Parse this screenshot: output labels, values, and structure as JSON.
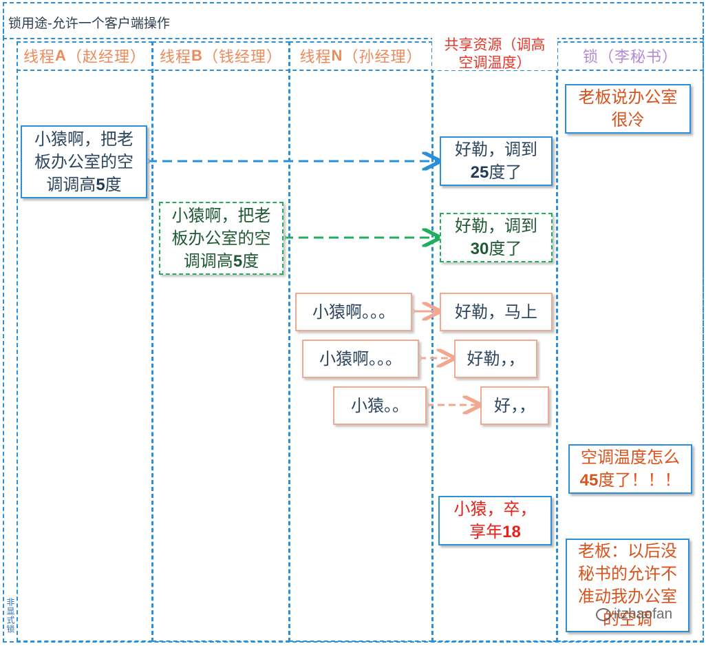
{
  "title": "锁用途-允许一个客户端操作",
  "lanes": [
    {
      "prefix": "线程",
      "letter": "A",
      "suffix": "（赵经理）"
    },
    {
      "prefix": "线程",
      "letter": "B",
      "suffix": "（钱经理）"
    },
    {
      "prefix": "线程",
      "letter": "N",
      "suffix": "（孙经理）"
    },
    {
      "line1": "共享资源（调高",
      "line2": "空调温度）"
    },
    {
      "label": "锁（李秘书）"
    }
  ],
  "messages": {
    "a_req": {
      "l1": "小猿啊，把老",
      "l2": "板办公室的空",
      "l3a": "调调高",
      "num": "5",
      "l3b": "度"
    },
    "a_resp": {
      "l1": "好勒，调到",
      "num": "25",
      "l2b": "度了"
    },
    "b_req": {
      "l1": "小猿啊，把老",
      "l2": "板办公室的空",
      "l3a": "调调高",
      "num": "5",
      "l3b": "度"
    },
    "b_resp": {
      "l1": "好勒，调到",
      "num": "30",
      "l2b": "度了"
    },
    "n1_req": "小猿啊。。。",
    "n1_resp": "好勒，马上",
    "n2_req": "小猿啊。。。",
    "n2_resp": "好勒，，",
    "n3_req": "小猿。。",
    "n3_resp": "好，，",
    "death": {
      "l1": "小猿，卒，",
      "l2a": "享年",
      "num": "18"
    }
  },
  "lock_notes": {
    "cold": {
      "l1": "老板说办公室",
      "l2": "很冷"
    },
    "hot": {
      "l1": "空调温度怎么",
      "num": "45",
      "l2b": "度了！！！"
    },
    "rule": {
      "l1": "老板：以后没",
      "l2": "秘书的允许不",
      "l3": "准动我办公室",
      "l4": "的空调"
    }
  },
  "watermark": "itzhaofan",
  "side_label": "非显式锁",
  "colors": {
    "frame_blue": "#2a8fd8",
    "green": "#1faf5a",
    "salmon": "#f0a890",
    "lane_orange": "#ee8a5a",
    "resource_red": "#e8362a",
    "lock_purple": "#b58ad8"
  }
}
